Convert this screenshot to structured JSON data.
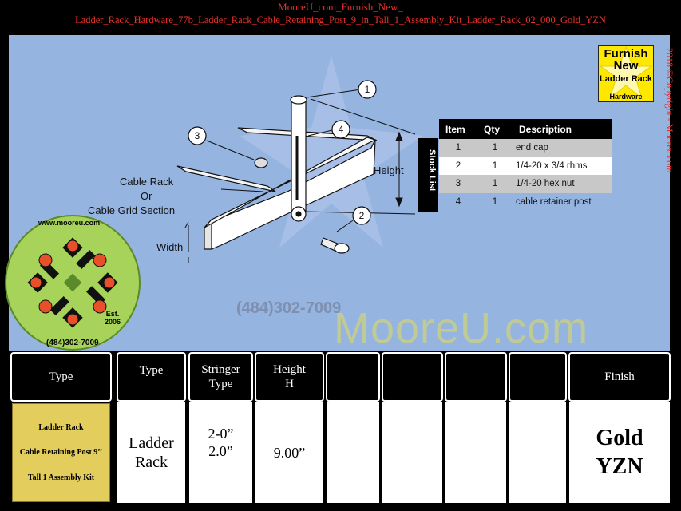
{
  "title": {
    "line1": "MooreU_com_Furnish_New_",
    "line2": "Ladder_Rack_Hardware_77b_Ladder_Rack_Cable_Retaining_Post_9_in_Tall_1_Assembly_Kit_Ladder_Rack_02_000_Gold_YZN"
  },
  "logo": {
    "line1": "Furnish",
    "line2": "New",
    "line3": "Ladder Rack",
    "line4": "Hardware"
  },
  "copyright": "2018 ©Copyright - Mooreu.com",
  "watermark": {
    "brand": "MooreU.com",
    "phone": "(484)302-7009"
  },
  "badge": {
    "url": "www.mooreu.com",
    "est": "Est.",
    "year": "2006",
    "phone": "(484)302-7009"
  },
  "diagram": {
    "callouts": [
      "1",
      "2",
      "3",
      "4"
    ],
    "labels": {
      "cable_rack_1": "Cable Rack",
      "cable_rack_2": "Or",
      "cable_rack_3": "Cable Grid Section",
      "height": "Height",
      "width": "Width"
    }
  },
  "stock_list": {
    "tab_label": "Stock List",
    "headers": [
      "Item",
      "Qty",
      "Description"
    ],
    "rows": [
      {
        "item": "1",
        "qty": "1",
        "description": "end cap"
      },
      {
        "item": "2",
        "qty": "1",
        "description": "1/4-20 x 3/4 rhms"
      },
      {
        "item": "3",
        "qty": "1",
        "description": "1/4-20 hex nut"
      },
      {
        "item": "4",
        "qty": "1",
        "description": "cable retainer post"
      }
    ]
  },
  "spec_table": {
    "headers": {
      "type1": "Type",
      "type2": "Type",
      "stringer_1": "Stringer",
      "stringer_2": "Type",
      "height_1": "Height",
      "height_2": "H",
      "finish": "Finish"
    },
    "description": {
      "line1": "Ladder Rack",
      "line2": "Cable Retaining Post 9’’",
      "line3": "Tall 1 Assembly Kit"
    },
    "type": {
      "line1": "Ladder",
      "line2": "Rack"
    },
    "stringer": {
      "line1": "2-0”",
      "line2": "2.0”"
    },
    "height": "9.00”",
    "finish": {
      "line1": "Gold",
      "line2": "YZN"
    }
  }
}
